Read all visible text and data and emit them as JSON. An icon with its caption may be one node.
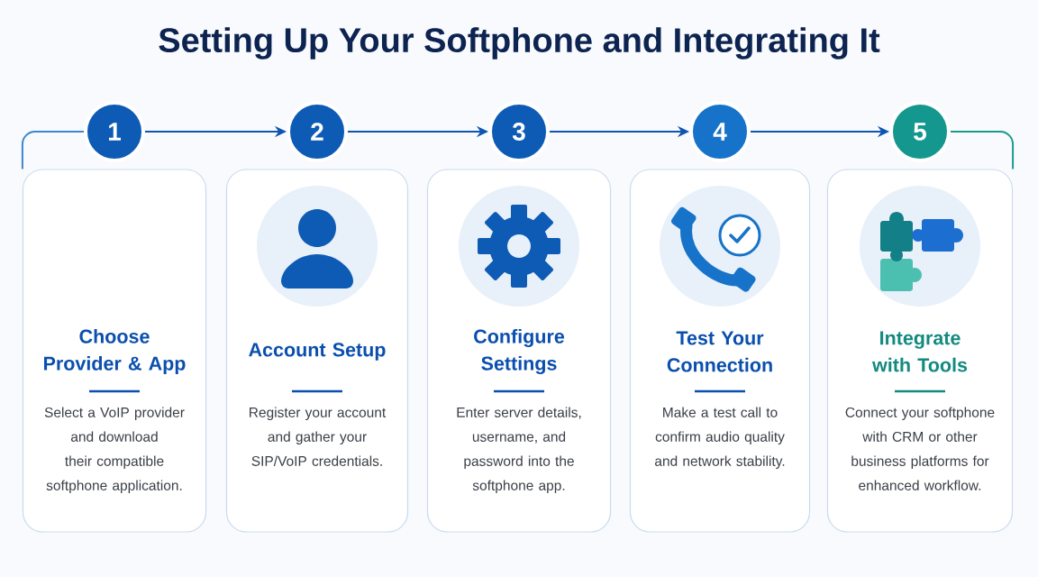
{
  "diagram": {
    "title": "Setting Up Your Softphone and Integrating It",
    "nodes": [
      {
        "text": [
          "1"
        ]
      },
      {
        "text": [
          "2"
        ]
      },
      {
        "text": [
          "3"
        ]
      },
      {
        "text": [
          "4"
        ]
      },
      {
        "text": [
          "5"
        ]
      },
      {
        "text": [
          "Choose Provider & App",
          "Select a VoIP provider and download their compatible softphone application."
        ]
      },
      {
        "text": [
          "Account Setup",
          "Register your account and gather your SIP/VoIP credentials."
        ]
      },
      {
        "text": [
          "Configure Settings",
          "Enter server details, username, and password into the softphone app."
        ]
      },
      {
        "text": [
          "Test Your Connection",
          "Make a test call to confirm audio quality and network stability."
        ]
      },
      {
        "text": [
          "Integrate with Tools",
          "Connect your softphone with CRM or other business platforms for enhanced workflow."
        ]
      }
    ],
    "edges": [
      {
        "from": 0,
        "to": 5,
        "arrow": "none",
        "color": "#3d86cf"
      },
      {
        "from": 0,
        "to": 1,
        "arrow": "to"
      },
      {
        "from": 1,
        "to": 2,
        "arrow": "to"
      },
      {
        "from": 2,
        "to": 3,
        "arrow": "to"
      },
      {
        "from": 3,
        "to": 4,
        "arrow": "to"
      },
      {
        "from": 4,
        "to": 9,
        "arrow": "none",
        "color": "#1a9a8c"
      }
    ]
  }
}
